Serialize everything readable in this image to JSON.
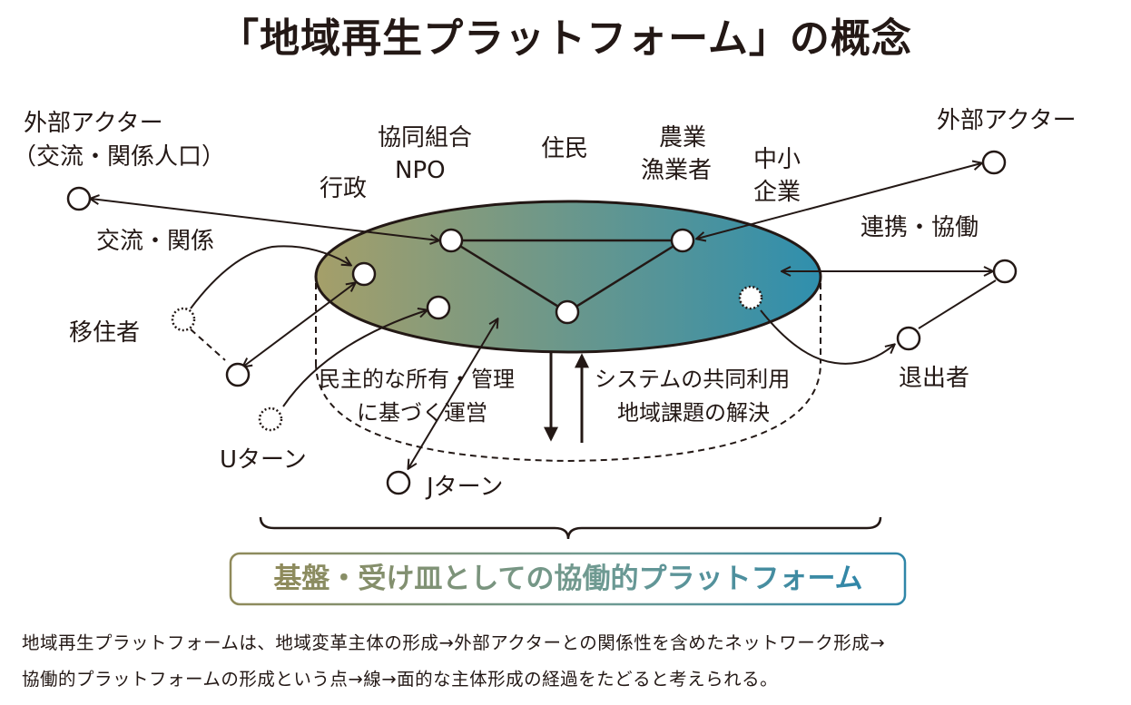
{
  "title": "「地域再生プラットフォーム」の概念",
  "actors": {
    "outer_left_1": "外部アクター",
    "outer_left_2": "（交流・関係人口）",
    "outer_right": "外部アクター",
    "admin": "行政",
    "coop_1": "協同組合",
    "coop_2": "NPO",
    "residents": "住民",
    "agri_1": "農業",
    "agri_2": "漁業者",
    "sme_1": "中小",
    "sme_2": "企業"
  },
  "flows": {
    "exchange": "交流・関係",
    "cooperation": "連携・協働",
    "migrants": "移住者",
    "u_turn": "Uターン",
    "j_turn": "Jターン",
    "leavers": "退出者"
  },
  "inner": {
    "left_1": "民主的な所有・管理",
    "left_2": "に基づく運営",
    "right_1": "システムの共同利用",
    "right_2": "地域課題の解決"
  },
  "platform_label": "基盤・受け皿としての協働的プラットフォーム",
  "caption_1": "地域再生プラットフォームは、地域変革主体の形成→外部アクターとの関係性を含めたネットワーク形成→",
  "caption_2": "協働的プラットフォームの形成という点→線→面的な主体形成の経過をたどると考えられる。",
  "colors": {
    "ellipse_left": "#a59f69",
    "ellipse_right": "#2f8fae",
    "ink": "#231815"
  }
}
